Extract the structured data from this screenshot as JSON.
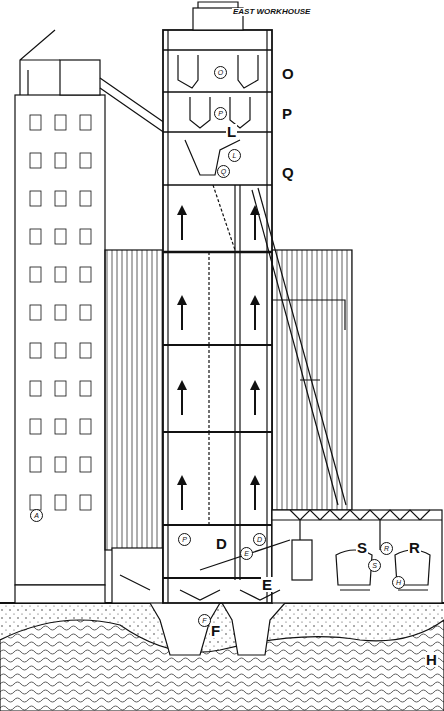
{
  "diagram": {
    "labels": [
      "EAST WORKHOUSE",
      "O",
      "O",
      "P",
      "P",
      "L",
      "L",
      "Q",
      "Q",
      "A",
      "P",
      "D",
      "D",
      "E",
      "E",
      "F",
      "F",
      "S",
      "S",
      "R",
      "R",
      "H",
      "H"
    ]
  }
}
